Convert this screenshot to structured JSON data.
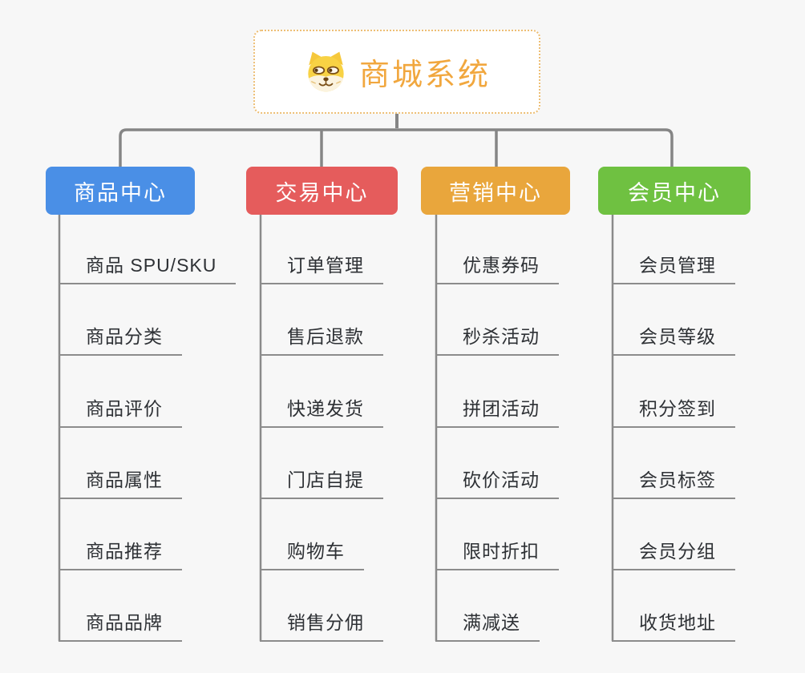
{
  "root": {
    "title": "商城系统",
    "icon": "dog-face-icon",
    "title_color": "#F1A73E",
    "border_color": "#EDBE74"
  },
  "connector_color": "#858585",
  "underline_color": "#8C8C8C",
  "background_color": "#F7F7F7",
  "branches": [
    {
      "label": "商品中心",
      "color": "#4A8FE6",
      "items": [
        {
          "label": "商品 SPU/SKU"
        },
        {
          "label": "商品分类"
        },
        {
          "label": "商品评价"
        },
        {
          "label": "商品属性"
        },
        {
          "label": "商品推荐"
        },
        {
          "label": "商品品牌"
        }
      ]
    },
    {
      "label": "交易中心",
      "color": "#E55C5C",
      "items": [
        {
          "label": "订单管理"
        },
        {
          "label": "售后退款"
        },
        {
          "label": "快递发货"
        },
        {
          "label": "门店自提"
        },
        {
          "label": "购物车"
        },
        {
          "label": "销售分佣"
        }
      ]
    },
    {
      "label": "营销中心",
      "color": "#E9A63C",
      "items": [
        {
          "label": "优惠券码"
        },
        {
          "label": "秒杀活动"
        },
        {
          "label": "拼团活动"
        },
        {
          "label": "砍价活动"
        },
        {
          "label": "限时折扣"
        },
        {
          "label": "满减送"
        }
      ]
    },
    {
      "label": "会员中心",
      "color": "#6FC141",
      "items": [
        {
          "label": "会员管理"
        },
        {
          "label": "会员等级"
        },
        {
          "label": "积分签到"
        },
        {
          "label": "会员标签"
        },
        {
          "label": "会员分组"
        },
        {
          "label": "收货地址"
        }
      ]
    }
  ]
}
